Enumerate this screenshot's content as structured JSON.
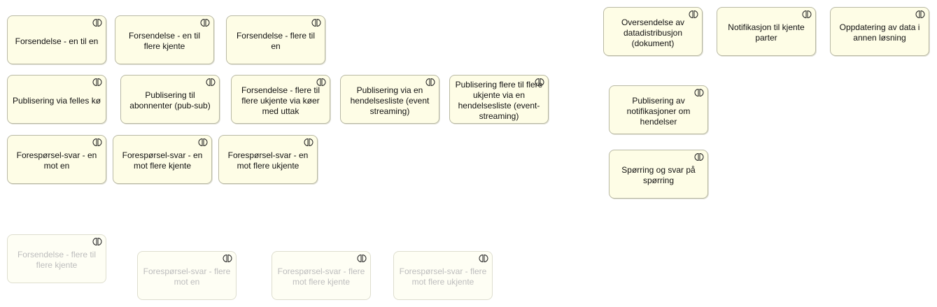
{
  "diagram": {
    "nodes": [
      {
        "id": "n1",
        "label": "Forsendelse - en til en",
        "icon": "interaction-icon",
        "faded": false
      },
      {
        "id": "n2",
        "label": "Forsendelse - en til flere kjente",
        "icon": "interaction-icon",
        "faded": false
      },
      {
        "id": "n3",
        "label": "Forsendelse - flere til en",
        "icon": "interaction-icon",
        "faded": false
      },
      {
        "id": "n4",
        "label": "Publisering via felles kø",
        "icon": "interaction-icon",
        "faded": false
      },
      {
        "id": "n5",
        "label": "Publisering til abonnenter (pub-sub)",
        "icon": "interaction-icon",
        "faded": false
      },
      {
        "id": "n6",
        "label": "Forsendelse - flere til flere ukjente via køer med uttak",
        "icon": "interaction-icon",
        "faded": false
      },
      {
        "id": "n7",
        "label": "Publisering via en hendelsesliste (event streaming)",
        "icon": "interaction-icon",
        "faded": false
      },
      {
        "id": "n8",
        "label": "Publisering flere til flere ukjente via en hendelsesliste (event-streaming)",
        "icon": "interaction-icon",
        "faded": false
      },
      {
        "id": "n9",
        "label": "Forespørsel-svar - en mot en",
        "icon": "interaction-icon",
        "faded": false
      },
      {
        "id": "n10",
        "label": "Forespørsel-svar - en mot flere kjente",
        "icon": "interaction-icon",
        "faded": false
      },
      {
        "id": "n11",
        "label": "Forespørsel-svar - en mot flere ukjente",
        "icon": "interaction-icon",
        "faded": false
      },
      {
        "id": "n12",
        "label": "Forsendelse - flere til flere kjente",
        "icon": "interaction-icon",
        "faded": true
      },
      {
        "id": "n13",
        "label": "Forespørsel-svar - flere mot en",
        "icon": "interaction-icon",
        "faded": true
      },
      {
        "id": "n14",
        "label": "Forespørsel-svar - flere mot flere kjente",
        "icon": "interaction-icon",
        "faded": true
      },
      {
        "id": "n15",
        "label": "Forespørsel-svar - flere mot flere ukjente",
        "icon": "interaction-icon",
        "faded": true
      },
      {
        "id": "n16",
        "label": "Oversendelse av datadistribusjon (dokument)",
        "icon": "interaction-icon",
        "faded": false
      },
      {
        "id": "n17",
        "label": "Notifikasjon til kjente parter",
        "icon": "interaction-icon",
        "faded": false
      },
      {
        "id": "n18",
        "label": "Oppdatering av data i annen løsning",
        "icon": "interaction-icon",
        "faded": false
      },
      {
        "id": "n19",
        "label": "Publisering av notifikasjoner om hendelser",
        "icon": "interaction-icon",
        "faded": false
      },
      {
        "id": "n20",
        "label": "Spørring og svar på spørring",
        "icon": "interaction-icon",
        "faded": false
      }
    ]
  }
}
